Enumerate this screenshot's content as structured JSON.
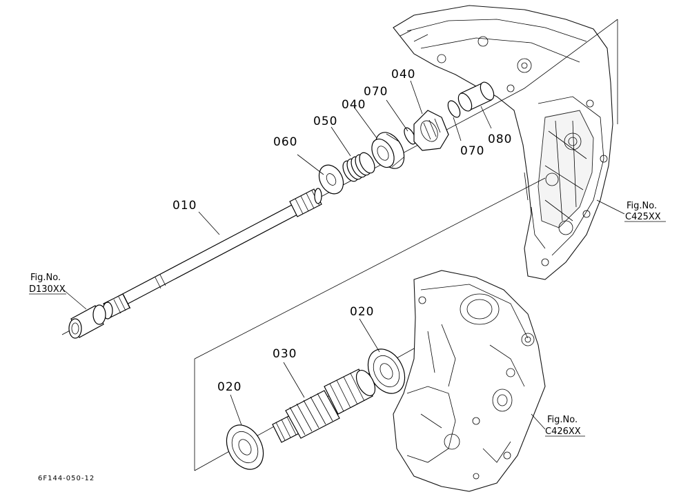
{
  "callouts": {
    "p010": "010",
    "p020_a": "020",
    "p020_b": "020",
    "p030": "030",
    "p040_a": "040",
    "p040_b": "040",
    "p050": "050",
    "p060": "060",
    "p070_a": "070",
    "p070_b": "070",
    "p080": "080"
  },
  "figure_refs": {
    "upper_case": {
      "line1": "Fig.No.",
      "line2": "C425XX"
    },
    "lower_case": {
      "line1": "Fig.No.",
      "line2": "C426XX"
    },
    "left_bearing": {
      "line1": "Fig.No.",
      "line2": "D130XX"
    }
  },
  "document_id": "6F144-050-12"
}
